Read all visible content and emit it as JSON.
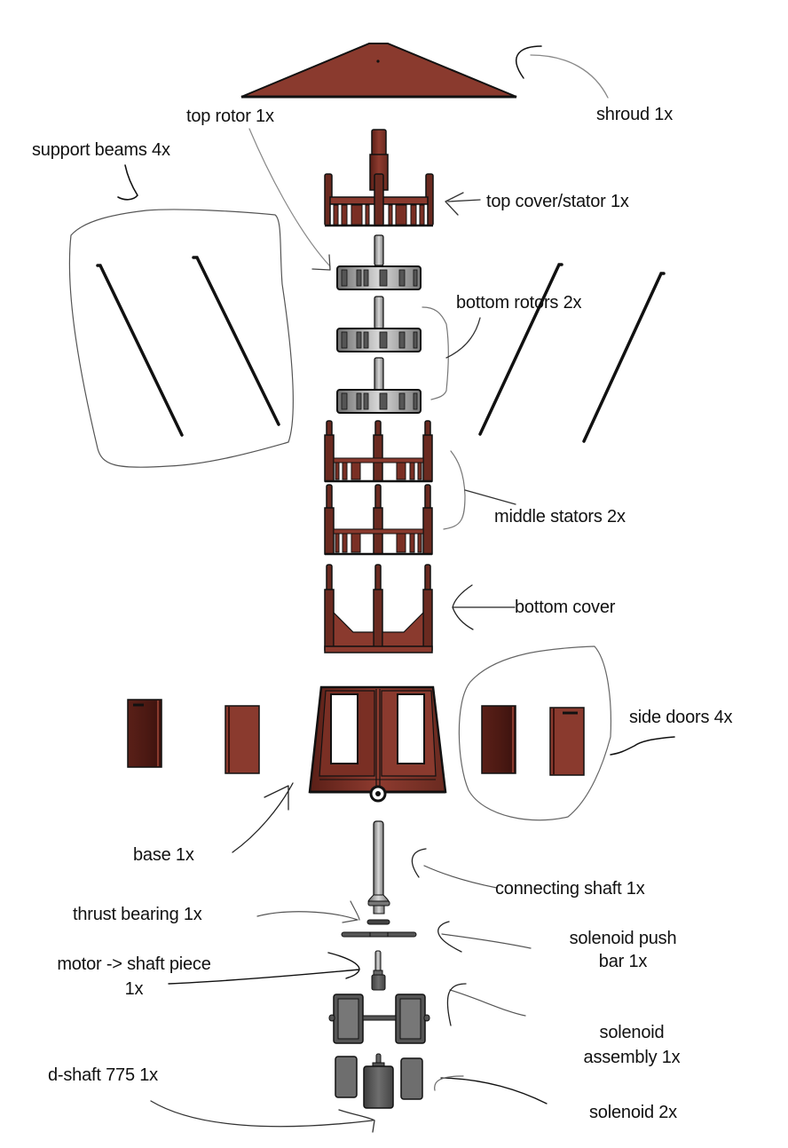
{
  "diagram": {
    "type": "exploded-assembly",
    "colors": {
      "part_red": "#8a3a2e",
      "part_red_dark": "#4a1a14",
      "part_gray": "#8a8a8a",
      "part_gray_light": "#c8c8c8",
      "part_gray_dark": "#555555",
      "outline": "#111111",
      "annotation": "#222222",
      "annotation_light": "#777777"
    },
    "labels": {
      "shroud": "shroud 1x",
      "top_rotor": "top rotor 1x",
      "support_beams": "support beams 4x",
      "top_cover_stator": "top cover/stator 1x",
      "bottom_rotors": "bottom rotors 2x",
      "middle_stators": "middle stators 2x",
      "bottom_cover": "bottom cover",
      "side_doors": "side doors 4x",
      "base": "base 1x",
      "connecting_shaft": "connecting shaft 1x",
      "thrust_bearing": "thrust bearing 1x",
      "solenoid_push_bar_line1": "solenoid push",
      "solenoid_push_bar_line2": "bar 1x",
      "motor_shaft_piece_line1": "motor -> shaft piece",
      "motor_shaft_piece_line2": "1x",
      "solenoid_assembly_line1": "solenoid",
      "solenoid_assembly_line2": "assembly 1x",
      "d_shaft": "d-shaft 775 1x",
      "solenoid": "solenoid 2x"
    },
    "parts": [
      {
        "name": "shroud",
        "quantity": 1,
        "color": "red"
      },
      {
        "name": "top cover/stator",
        "quantity": 1,
        "color": "red"
      },
      {
        "name": "top rotor",
        "quantity": 1,
        "color": "gray"
      },
      {
        "name": "bottom rotors",
        "quantity": 2,
        "color": "gray"
      },
      {
        "name": "support beams",
        "quantity": 4,
        "color": "black"
      },
      {
        "name": "middle stators",
        "quantity": 2,
        "color": "red"
      },
      {
        "name": "bottom cover",
        "quantity": 1,
        "color": "red"
      },
      {
        "name": "side doors",
        "quantity": 4,
        "color": "red"
      },
      {
        "name": "base",
        "quantity": 1,
        "color": "red"
      },
      {
        "name": "connecting shaft",
        "quantity": 1,
        "color": "gray"
      },
      {
        "name": "thrust bearing",
        "quantity": 1,
        "color": "gray"
      },
      {
        "name": "solenoid push bar",
        "quantity": 1,
        "color": "gray"
      },
      {
        "name": "motor -> shaft piece",
        "quantity": 1,
        "color": "gray"
      },
      {
        "name": "solenoid assembly",
        "quantity": 1,
        "color": "gray"
      },
      {
        "name": "d-shaft 775",
        "quantity": 1,
        "color": "gray"
      },
      {
        "name": "solenoid",
        "quantity": 2,
        "color": "gray"
      }
    ]
  }
}
